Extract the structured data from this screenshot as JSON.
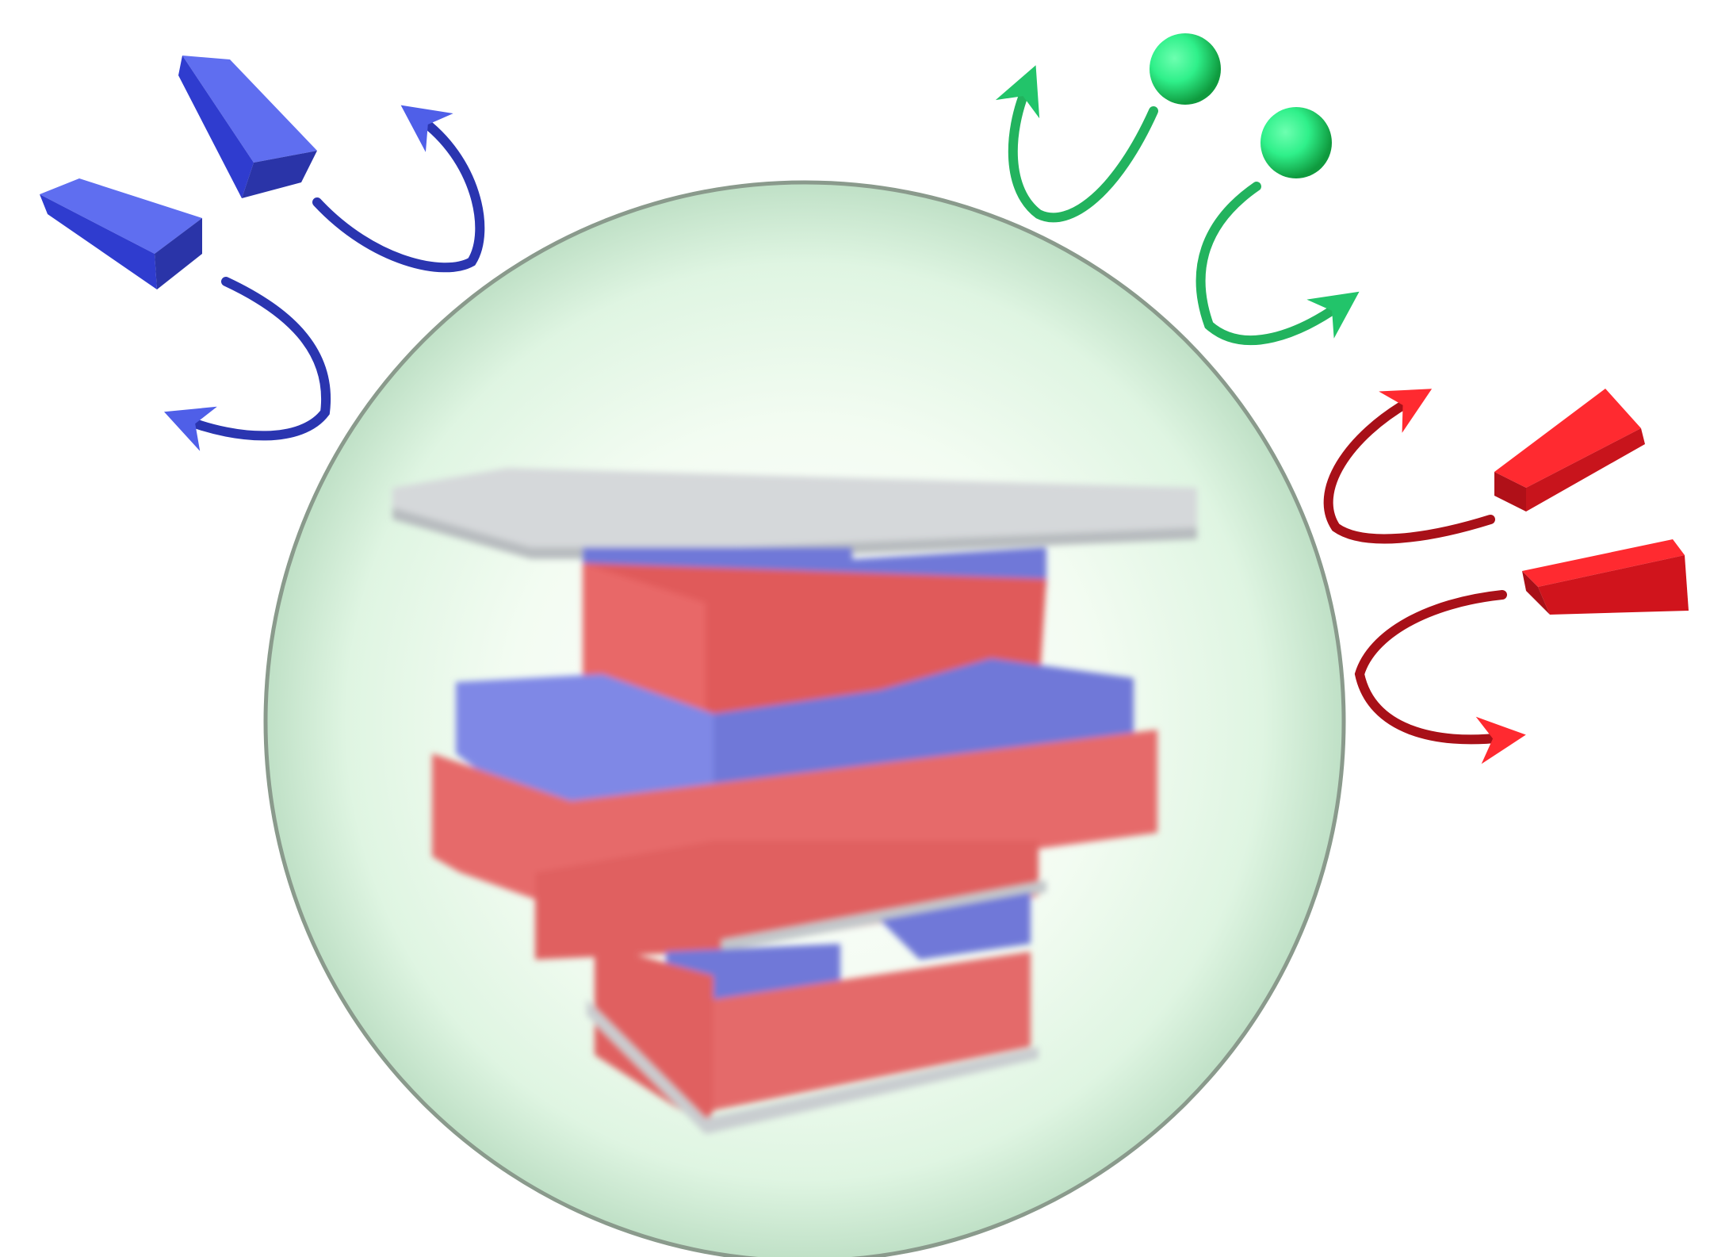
{
  "diagram": {
    "colors": {
      "background": "#ffffff",
      "capsule_fill": "#e6f8e8",
      "capsule_edge": "#8a9a8c",
      "block_red": "#e05a5a",
      "block_blue": "#6f78d8",
      "plate_grey": "#c9cdd0",
      "blue_accent": "#4f5fe8",
      "blue_dark": "#1f2a9a",
      "green_accent": "#22c46a",
      "green_light": "#2ff08a",
      "red_accent": "#ff2a30",
      "red_dark": "#a01018"
    },
    "icons": {
      "capsule": "sphere-shell",
      "core": "stacked-block-assembly",
      "blue_guests": "blue-prism",
      "green_guests": "green-sphere",
      "red_guests": "red-prism",
      "arrows": "curved-arrow"
    },
    "guest_groups": [
      {
        "name": "blue",
        "count": 2,
        "shape": "prism",
        "color": "#4f5fe8"
      },
      {
        "name": "green",
        "count": 2,
        "shape": "sphere",
        "color": "#22c46a"
      },
      {
        "name": "red",
        "count": 2,
        "shape": "prism",
        "color": "#ff2a30"
      }
    ]
  }
}
